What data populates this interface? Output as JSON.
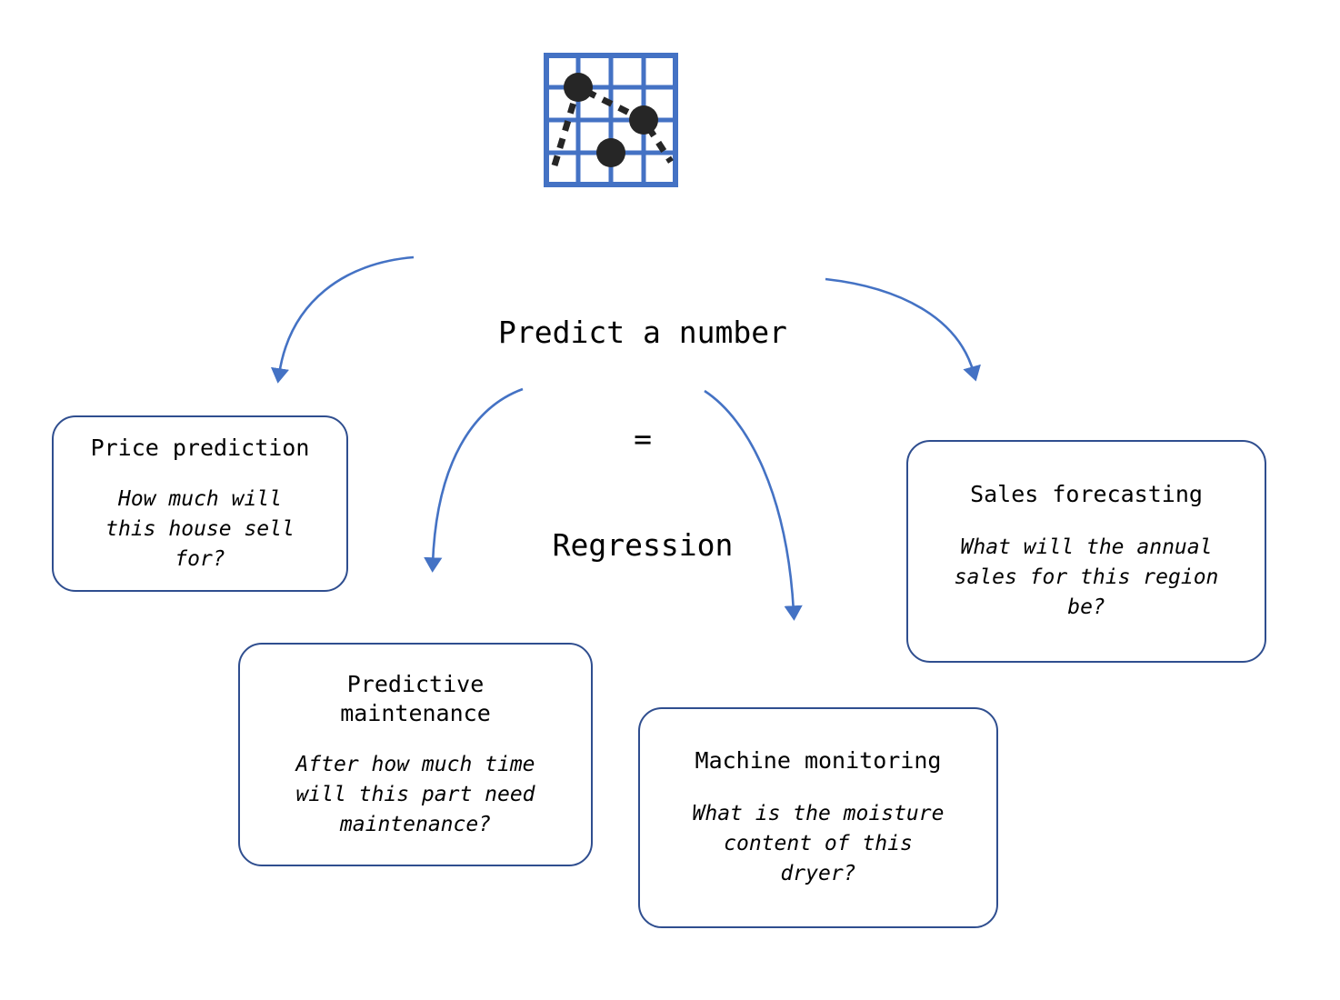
{
  "diagram": {
    "icon": {
      "name": "line-chart-grid-icon",
      "grid_color": "#4472C4",
      "point_color": "#262626"
    },
    "center": {
      "line1": "Predict a number",
      "line2": "=",
      "line3": "Regression"
    },
    "arrow_color": "#4472C4",
    "box_border_color": "#2F4E8F",
    "nodes": [
      {
        "id": "price-prediction",
        "title": "Price prediction",
        "question": "How much will\nthis house sell\nfor?"
      },
      {
        "id": "predictive-maintenance",
        "title": "Predictive\nmaintenance",
        "question": "After how much time\nwill this part need\nmaintenance?"
      },
      {
        "id": "machine-monitoring",
        "title": "Machine monitoring",
        "question": "What is the moisture\ncontent of this\ndryer?"
      },
      {
        "id": "sales-forecasting",
        "title": "Sales forecasting",
        "question": "What will the annual\nsales for this region\nbe?"
      }
    ]
  }
}
